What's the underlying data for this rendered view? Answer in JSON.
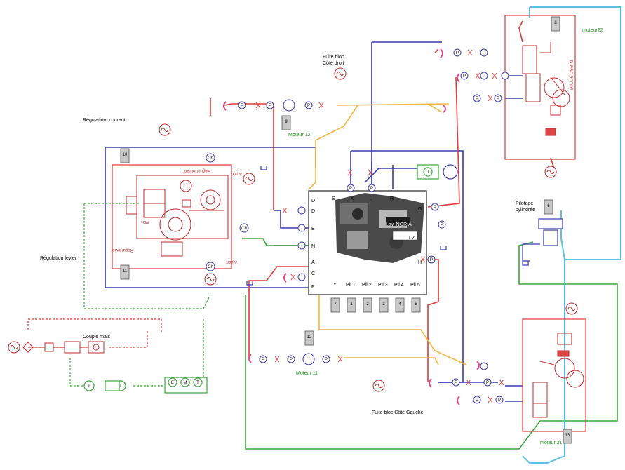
{
  "labels": {
    "fuite_droit_1": "Fuite bloc",
    "fuite_droit_2": "Côté droit",
    "fuite_gauche": "Fuite bloc Côté Gauche",
    "regulation_courant": "Régulation. courant",
    "regulation_levier": "Régulation levier",
    "couple_mais": "Couple mais",
    "moteur12": "Moteur 12",
    "moteur11": "Moteur 11",
    "moteur22": "moteur22",
    "moteur21": "moteur 21",
    "pilotage_1": "Pilotage",
    "pilotage_2": "cylindrée",
    "regul_courant": "Regul Courant",
    "regul_levier": "Regul levier",
    "aport_top": "A port",
    "aport_mid": "A port",
    "mot": "Mot.",
    "turbo_rotor": "TURBO ROTOR",
    "lav_noria": "Lav. NORIA",
    "l2": "L2"
  },
  "ports": {
    "D": "D",
    "D2": "D",
    "B": "B",
    "N": "N",
    "A": "A",
    "C": "C",
    "P": "P",
    "S": "S",
    "K": "K",
    "J": "J",
    "R": "R",
    "G": "G",
    "H": "H",
    "Y": "Y",
    "pil1": "Pil.1",
    "pil2": "Pil.2",
    "pil3": "Pil.3",
    "pil4": "Pil.4",
    "pil5": "Pil.5"
  },
  "pins": {
    "p10": "10",
    "p11": "11",
    "p9": "9",
    "p12": "12",
    "p8": "8",
    "p6": "6",
    "p13": "13",
    "p7": "7",
    "p1": "1",
    "p2": "2",
    "p3": "3",
    "p4": "4",
    "p5": "5"
  },
  "symbols": {
    "pressure": "P",
    "temp": "T",
    "ch": "Ch",
    "small_k": "K",
    "small_j": "J",
    "e": "E",
    "m": "M",
    "t": "T"
  },
  "colors": {
    "red": "#e23a3a",
    "blue": "#3a3ab0",
    "yellow": "#f5b640",
    "green": "#3aa83a",
    "cyan": "#5cc0e0",
    "dashed_green": "#3aa83a",
    "dashed_red": "#e23a3a"
  }
}
